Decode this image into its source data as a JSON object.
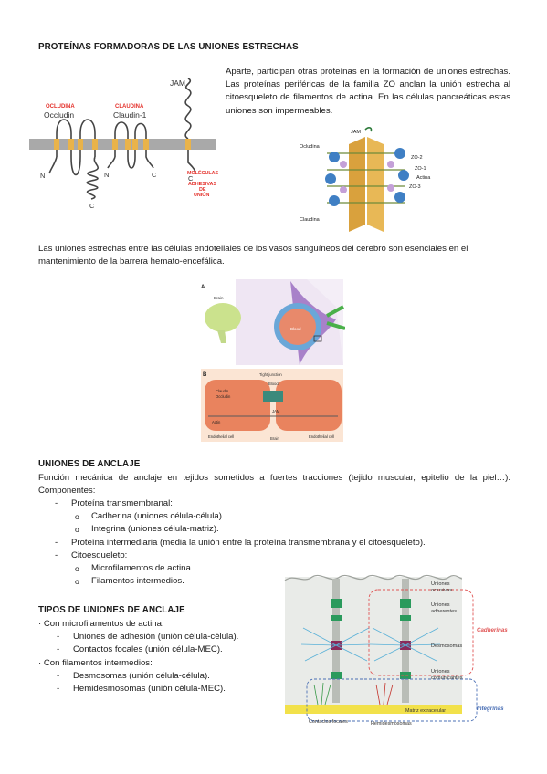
{
  "section1": {
    "title": "PROTEÍNAS FORMADORAS DE LAS UNIONES ESTRECHAS",
    "paragraph": "Aparte, participan otras proteínas en la formación de uniones estrechas. Las proteínas periféricas de la familia ZO anclan la unión estrecha al citoesqueleto de filamentos de actina. En las células pancreáticas estas uniones son impermeables.",
    "fig1": {
      "occludin_red": "OCLUDINA",
      "occludin": "Occludin",
      "claudin_red": "CLAUDINA",
      "claudin": "Claudin-1",
      "jam": "JAM",
      "n": "N",
      "c": "C",
      "adhesion_red": [
        "MOLÉCULAS",
        "ADHESIVAS",
        "DE",
        "UNIÓN"
      ]
    },
    "fig2": {
      "jam": "JAM",
      "ocludina": "Ocludina",
      "zo2": "ZO-2",
      "zo1": "ZO-1",
      "actina": "Actina",
      "zo3": "ZO-3",
      "claudina": "Claudina"
    }
  },
  "section2": {
    "paragraph": "Las uniones estrechas entre las células endoteliales de los vasos sanguíneos del cerebro son esenciales en el mantenimiento de la barrera hemato-encefálica.",
    "fig3": {
      "panel_a": "A",
      "panel_b": "B",
      "brain": "Brain",
      "blood": "Blood",
      "tight_junction": "Tight junction",
      "claudin": "Claudin",
      "occludin": "Occludin",
      "jam": "JAM",
      "blood_b": "Blood",
      "brain_b": "Brain",
      "endothelial_cell": "Endothelial cell",
      "actin": "Actin"
    }
  },
  "section3": {
    "title": "UNIONES DE ANCLAJE",
    "intro": "Función mecánica de anclaje en tejidos sometidos a fuertes tracciones (tejido muscular, epitelio de la piel…). Componentes:",
    "items": [
      {
        "label": "Proteína transmembranal:",
        "sub": [
          "Cadherina (uniones célula-célula).",
          "Integrina (uniones célula-matriz)."
        ]
      },
      {
        "label": "Proteína intermediaria (media la unión entre la proteína transmembrana y el citoesqueleto).",
        "sub": []
      },
      {
        "label": "Citoesqueleto:",
        "sub": [
          "Microfilamentos de actina.",
          "Filamentos intermedios."
        ]
      }
    ]
  },
  "section4": {
    "title": "TIPOS DE UNIONES DE ANCLAJE",
    "group1": "· Con microfilamentos de actina:",
    "group1_items": [
      "Uniones de adhesión (unión célula-célula).",
      "Contactos focales (unión célula-MEC)."
    ],
    "group2": "· Con filamentos intermedios:",
    "group2_items": [
      "Desmosomas (unión célula-célula).",
      "Hemidesmosomas (unión célula-MEC)."
    ]
  },
  "fig4": {
    "oclusivas": [
      "Uniones",
      "oclusivas"
    ],
    "adherentes": [
      "Uniones",
      "adherentes"
    ],
    "desmosomas": "Desmosomas",
    "comunicantes": [
      "Uniones",
      "comunicantes"
    ],
    "matriz": "Matriz extracelular",
    "contactos": "Contactos focales",
    "hemidesmosomas": "Hemidesmosomas",
    "cadherinas": "Cadherinas",
    "integrinas": "Integrinas"
  },
  "colors": {
    "red_label": "#e4312b",
    "zo_blue": "#3f7fc4",
    "dashed_red": "#e05555",
    "dashed_blue": "#4a6fb5",
    "matrix_yellow": "#f2e14a"
  }
}
